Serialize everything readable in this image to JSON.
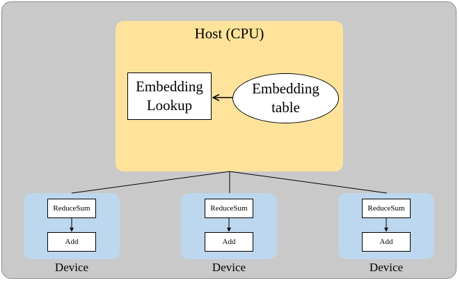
{
  "host": {
    "title": "Host (CPU)"
  },
  "embedding_lookup": {
    "line1": "Embedding",
    "line2": "Lookup"
  },
  "embedding_table": {
    "line1": "Embedding",
    "line2": "table"
  },
  "devices": [
    {
      "reduce_label": "ReduceSum",
      "add_label": "Add",
      "label": "Device"
    },
    {
      "reduce_label": "ReduceSum",
      "add_label": "Add",
      "label": "Device"
    },
    {
      "reduce_label": "ReduceSum",
      "add_label": "Add",
      "label": "Device"
    }
  ],
  "colors": {
    "outer_bg": "#c9c9c9",
    "host_bg": "#ffe39b",
    "device_bg": "#bdd7ee"
  }
}
